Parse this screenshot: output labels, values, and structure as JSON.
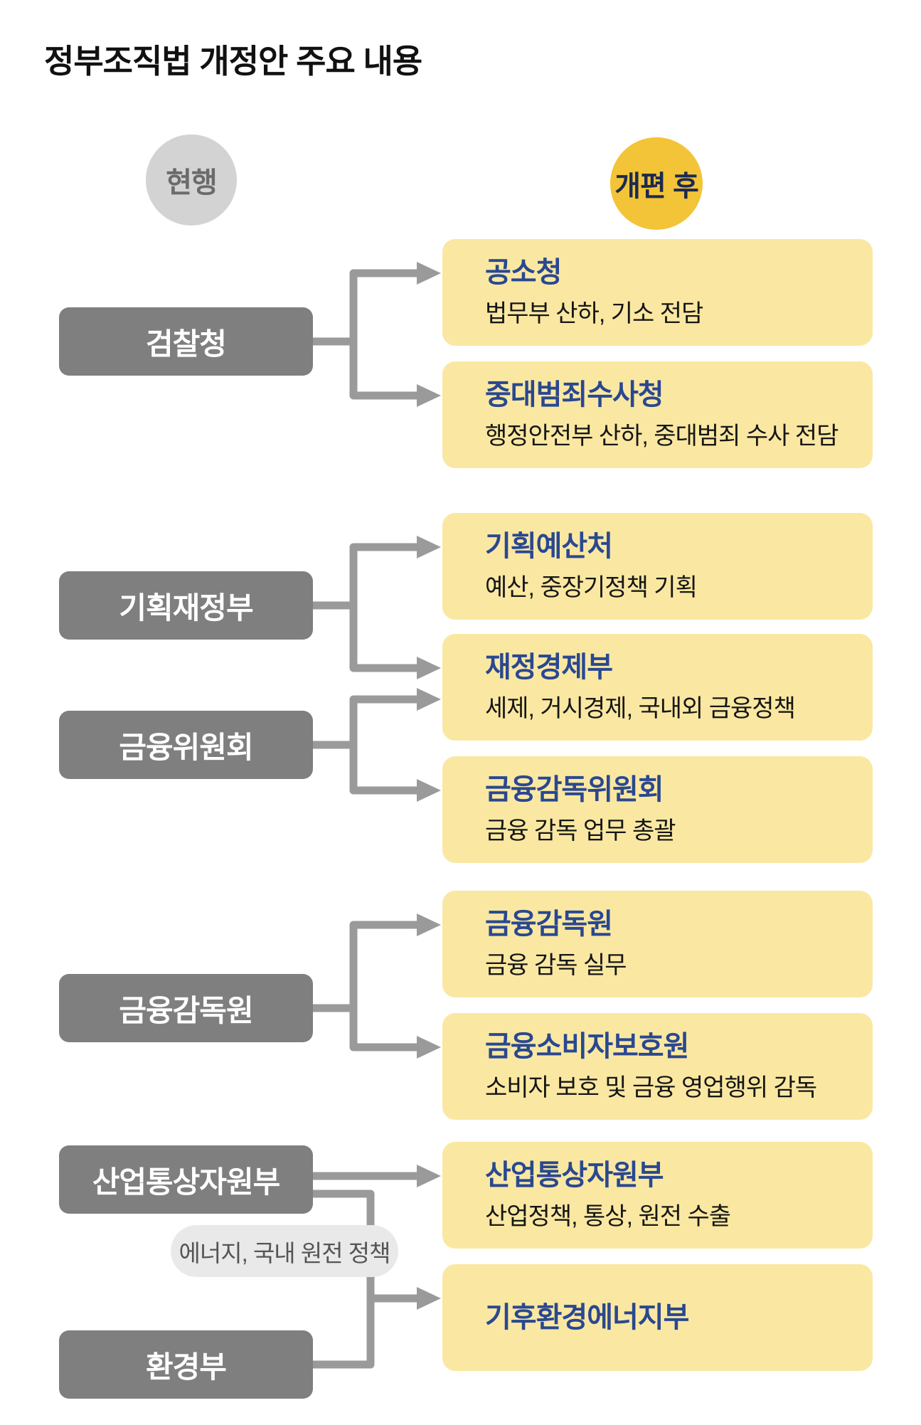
{
  "title": "정부조직법 개정안 주요 내용",
  "legend": {
    "current": "현행",
    "after": "개편 후"
  },
  "current_agencies": [
    {
      "label": "검찰청"
    },
    {
      "label": "기획재정부"
    },
    {
      "label": "금융위원회"
    },
    {
      "label": "금융감독원"
    },
    {
      "label": "산업통상자원부"
    },
    {
      "label": "환경부"
    }
  ],
  "new_agencies": [
    {
      "name": "공소청",
      "desc": "법무부 산하, 기소 전담"
    },
    {
      "name": "중대범죄수사청",
      "desc": "행정안전부 산하, 중대범죄 수사 전담"
    },
    {
      "name": "기획예산처",
      "desc": "예산, 중장기정책 기획"
    },
    {
      "name": "재정경제부",
      "desc": "세제, 거시경제, 국내외 금융정책"
    },
    {
      "name": "금융감독위원회",
      "desc": "금융 감독 업무 총괄"
    },
    {
      "name": "금융감독원",
      "desc": "금융 감독 실무"
    },
    {
      "name": "금융소비자보호원",
      "desc": "소비자 보호 및 금융 영업행위 감독"
    },
    {
      "name": "산업통상자원부",
      "desc": "산업정책, 통상, 원전 수출"
    },
    {
      "name": "기후환경에너지부",
      "desc": ""
    }
  ],
  "transfer_note": "에너지, 국내 원전 정책",
  "mappings": [
    {
      "from": "검찰청",
      "to": [
        "공소청",
        "중대범죄수사청"
      ]
    },
    {
      "from": "기획재정부",
      "to": [
        "기획예산처",
        "재정경제부"
      ]
    },
    {
      "from": "금융위원회",
      "to": [
        "재정경제부",
        "금융감독위원회"
      ]
    },
    {
      "from": "금융감독원",
      "to": [
        "금융감독원",
        "금융소비자보호원"
      ]
    },
    {
      "from": "산업통상자원부",
      "to": [
        "산업통상자원부",
        "기후환경에너지부"
      ]
    },
    {
      "from": "환경부",
      "to": [
        "기후환경에너지부"
      ]
    }
  ],
  "colors": {
    "highlight_yellow": "#fae8a2",
    "badge_yellow": "#f3c437",
    "badge_gray": "#d3d3d3",
    "box_gray": "#7f7f7f",
    "agency_name_navy": "#2a4890",
    "arrow_gray": "#9a9a9a",
    "note_gray": "#e9e9e9"
  }
}
